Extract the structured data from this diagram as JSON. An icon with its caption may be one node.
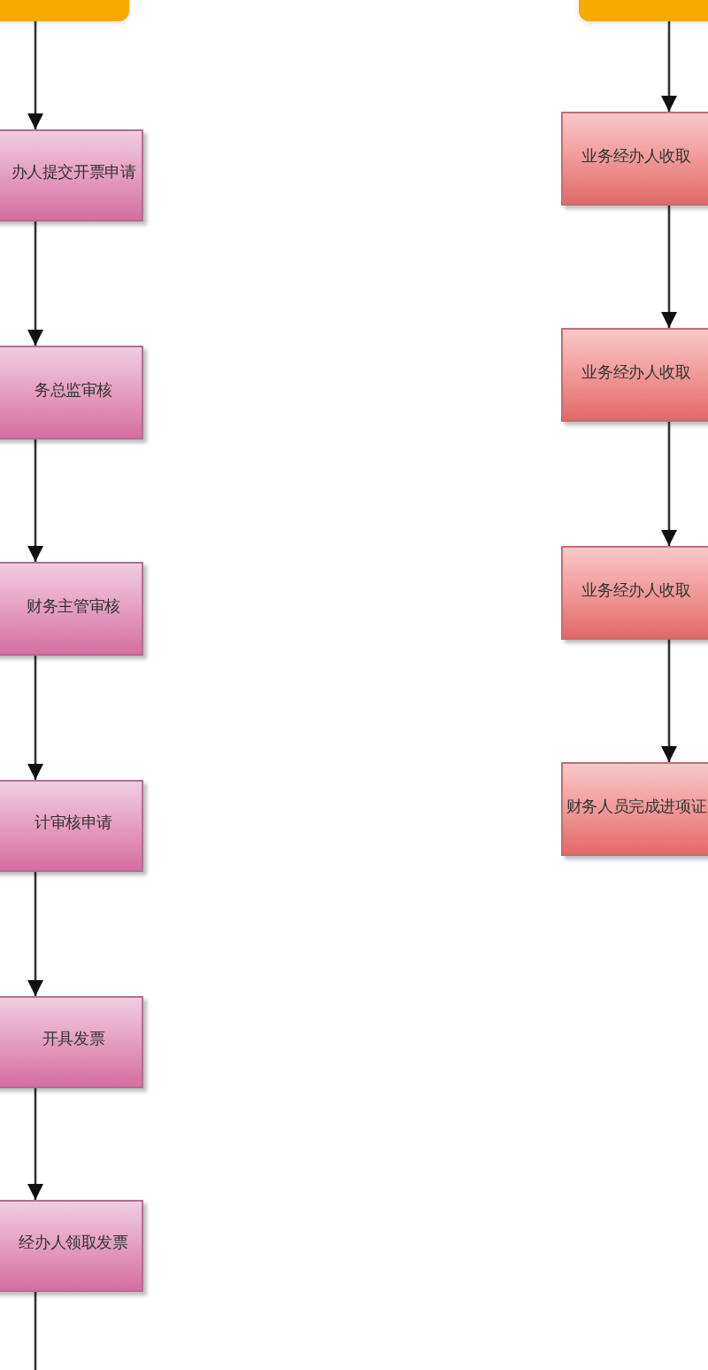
{
  "diagram": {
    "nodes": [
      {
        "text": [],
        "shape": "box"
      },
      {
        "text": [
          "办人提交开票申请"
        ]
      },
      {
        "text": [
          "务总监审核"
        ]
      },
      {
        "text": [
          "财务主管审核"
        ]
      },
      {
        "text": [
          "计审核申请"
        ]
      },
      {
        "text": [
          "开具发票"
        ]
      },
      {
        "text": [
          "经办人领取发票"
        ]
      },
      {
        "text": [],
        "shape": "box"
      },
      {
        "text": [
          "业务经办人收取"
        ]
      },
      {
        "text": [
          "业务经办人收取"
        ]
      },
      {
        "text": [
          "业务经办人收取"
        ]
      },
      {
        "text": [
          "财务人员完成进项证"
        ]
      }
    ],
    "edges": [
      {
        "from": 0,
        "to": 1,
        "arrow": "to"
      },
      {
        "from": 1,
        "to": 2,
        "arrow": "to"
      },
      {
        "from": 2,
        "to": 3,
        "arrow": "to"
      },
      {
        "from": 3,
        "to": 4,
        "arrow": "to"
      },
      {
        "from": 4,
        "to": 5,
        "arrow": "to"
      },
      {
        "from": 5,
        "to": 6,
        "arrow": "to"
      },
      {
        "from": 6,
        "to": null,
        "arrow": "none"
      },
      {
        "from": 7,
        "to": 8,
        "arrow": "to"
      },
      {
        "from": 8,
        "to": 9,
        "arrow": "to"
      },
      {
        "from": 9,
        "to": 10,
        "arrow": "to"
      },
      {
        "from": 10,
        "to": 11,
        "arrow": "to"
      }
    ]
  }
}
